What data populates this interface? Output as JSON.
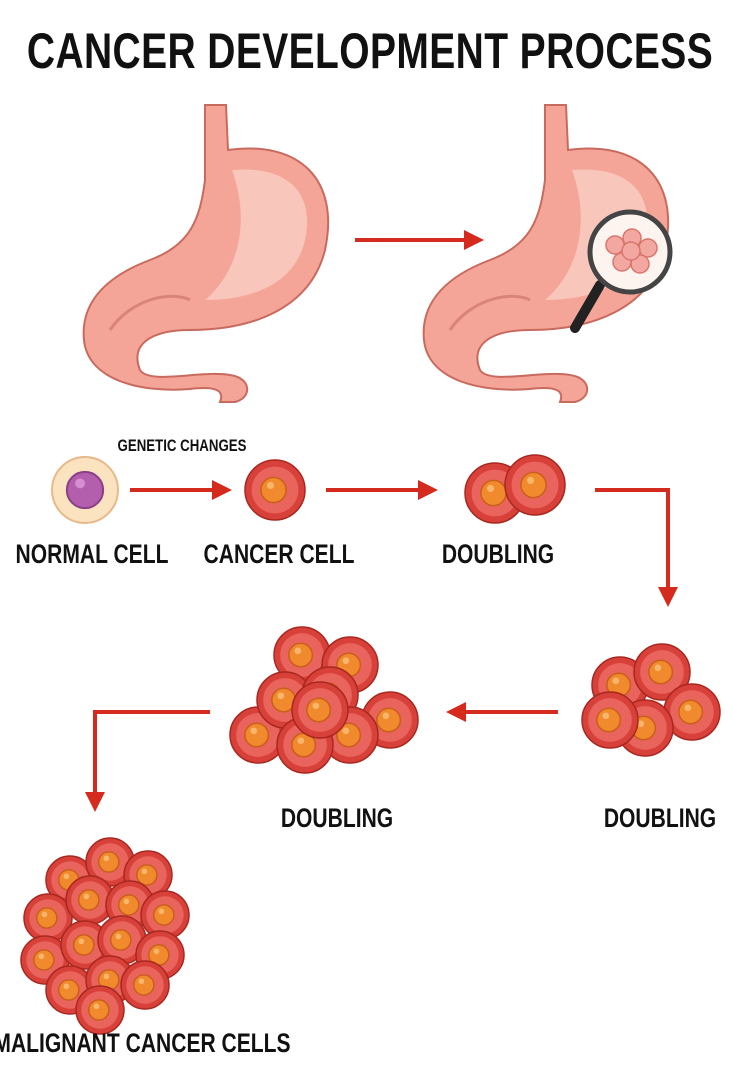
{
  "title": "CANCER DEVELOPMENT PROCESS",
  "labels": {
    "genetic_changes": "GENETIC CHANGES",
    "normal_cell": "NORMAL CELL",
    "cancer_cell": "CANCER CELL",
    "doubling_1": "DOUBLING",
    "doubling_2": "DOUBLING",
    "doubling_3": "DOUBLING",
    "malignant": "MALIGNANT CANCER CELLS"
  },
  "colors": {
    "arrow": "#d42b1e",
    "cell_outer": "#d8413a",
    "cell_inner": "#e9645c",
    "nucleus": "#f08a2c",
    "normal_cell": "#fbe3bf",
    "normal_nucleus": "#b35fae",
    "stomach": "#f4a597",
    "stomach_stroke": "#c96a5e"
  }
}
